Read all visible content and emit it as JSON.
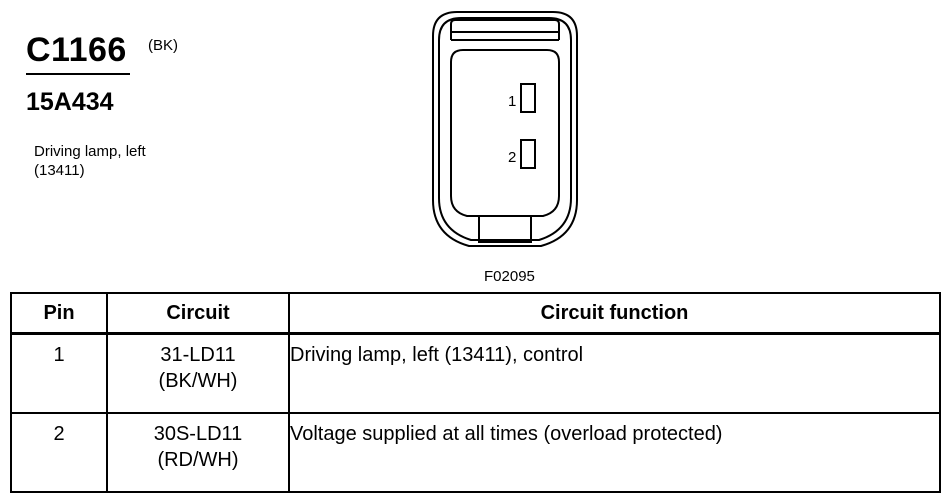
{
  "header": {
    "connector_id": "C1166",
    "color_code": "(BK)",
    "part_number": "15A434",
    "description_line1": "Driving lamp, left",
    "description_line2": "(13411)"
  },
  "diagram": {
    "pin_labels": [
      "1",
      "2"
    ],
    "figure_id": "F02095"
  },
  "table": {
    "headers": [
      "Pin",
      "Circuit",
      "Circuit function"
    ],
    "rows": [
      {
        "pin": "1",
        "circuit": "31-LD11",
        "wire_color": "(BK/WH)",
        "function": "Driving lamp, left (13411), control"
      },
      {
        "pin": "2",
        "circuit": "30S-LD11",
        "wire_color": "(RD/WH)",
        "function": "Voltage supplied at all times (overload protected)"
      }
    ]
  }
}
